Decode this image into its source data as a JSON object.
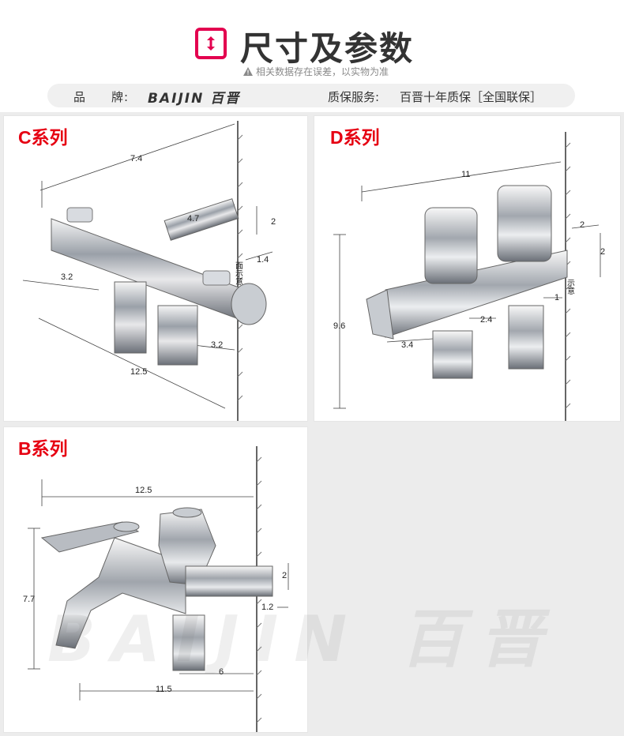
{
  "header": {
    "title": "尺寸及参数",
    "subtitle": "相关数据存在误差，以实物为准"
  },
  "info": {
    "brand_label": "品　　牌:",
    "brand_logo": "BAIJIN 百晋",
    "service_label": "质保服务:",
    "service_value": "百晋十年质保［全国联保］"
  },
  "panels": {
    "c": {
      "label": "C系列",
      "dims": [
        "7.4",
        "4.7",
        "2",
        "1.4",
        "3.2",
        "3.2",
        "12.5"
      ],
      "note": "面示意"
    },
    "d": {
      "label": "D系列",
      "dims": [
        "11",
        "2",
        "2",
        "1",
        "9.6",
        "2.4",
        "3.4"
      ],
      "note": "示意"
    },
    "b": {
      "label": "B系列",
      "dims": [
        "12.5",
        "7.7",
        "2",
        "1.2",
        "6",
        "11.5"
      ]
    }
  },
  "watermark": "BAIJIN 百晋",
  "colors": {
    "accent": "#e60012",
    "icon": "#e3004f",
    "bar": "#f0f0f0"
  }
}
